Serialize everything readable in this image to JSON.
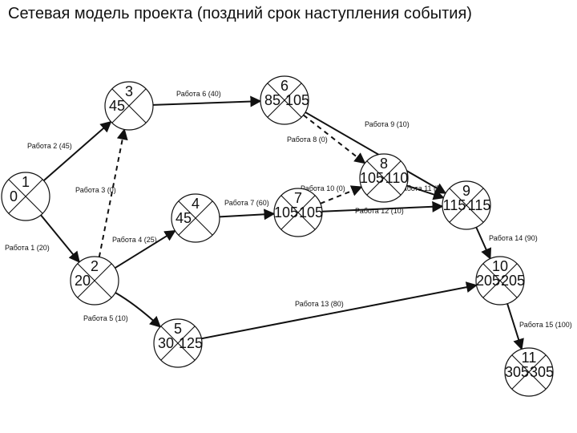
{
  "title": "Сетевая модель проекта (поздний срок наступления события)",
  "nodes": [
    {
      "id": "1",
      "early": "0",
      "late": ""
    },
    {
      "id": "2",
      "early": "20",
      "late": ""
    },
    {
      "id": "3",
      "early": "45",
      "late": ""
    },
    {
      "id": "4",
      "early": "45",
      "late": ""
    },
    {
      "id": "5",
      "early": "30",
      "late": "125"
    },
    {
      "id": "6",
      "early": "85",
      "late": "105"
    },
    {
      "id": "7",
      "early": "105",
      "late": "105"
    },
    {
      "id": "8",
      "early": "105",
      "late": "110"
    },
    {
      "id": "9",
      "early": "115",
      "late": "115"
    },
    {
      "id": "10",
      "early": "205",
      "late": "205"
    },
    {
      "id": "11",
      "early": "305",
      "late": "305"
    }
  ],
  "edges": [
    {
      "from": "1",
      "to": "2",
      "label": "Работа 1 (20)",
      "dashed": false
    },
    {
      "from": "1",
      "to": "3",
      "label": "Работа 2 (45)",
      "dashed": false
    },
    {
      "from": "2",
      "to": "3",
      "label": "Работа 3   (0)",
      "dashed": true
    },
    {
      "from": "2",
      "to": "4",
      "label": "Работа 4 (25)",
      "dashed": false
    },
    {
      "from": "2",
      "to": "5",
      "label": "Работа 5 (10)",
      "dashed": false
    },
    {
      "from": "3",
      "to": "6",
      "label": "Работа 6 (40)",
      "dashed": false
    },
    {
      "from": "4",
      "to": "7",
      "label": "Работа 7 (60)",
      "dashed": false
    },
    {
      "from": "6",
      "to": "8",
      "label": "Работа 8 (0)",
      "dashed": true
    },
    {
      "from": "6",
      "to": "9",
      "label": "Работа 9 (10)",
      "dashed": false
    },
    {
      "from": "7",
      "to": "8",
      "label": "Работа 10 (0)",
      "dashed": true
    },
    {
      "from": "8",
      "to": "9",
      "label": "Работа 11 (5)",
      "dashed": false
    },
    {
      "from": "7",
      "to": "9",
      "label": "Работа 12 (10)",
      "dashed": false
    },
    {
      "from": "5",
      "to": "10",
      "label": "Работа 13 (80)",
      "dashed": false
    },
    {
      "from": "9",
      "to": "10",
      "label": "Работа 14 (90)",
      "dashed": false
    },
    {
      "from": "10",
      "to": "11",
      "label": "Работа 15 (100)",
      "dashed": false
    }
  ]
}
